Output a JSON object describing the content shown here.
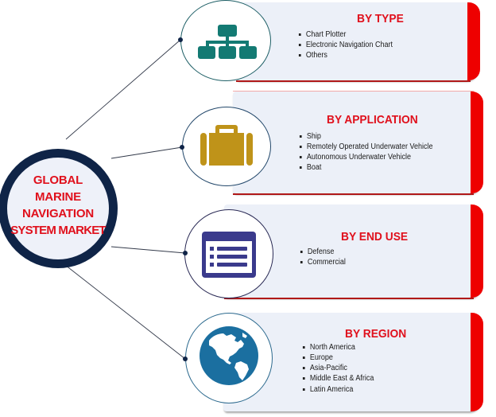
{
  "center": {
    "title_lines": [
      "GLOBAL",
      "MARINE",
      "NAVIGATION",
      "SYSTEM MARKET"
    ],
    "ring_color": "#0f2447",
    "text_color": "#e0101c"
  },
  "segments": [
    {
      "title": "BY TYPE",
      "icon": "hierarchy-icon",
      "icon_color": "#137a73",
      "items": [
        "Chart Plotter",
        "Electronic Navigation Chart",
        "Others"
      ]
    },
    {
      "title": "BY APPLICATION",
      "icon": "briefcase-icon",
      "icon_color": "#bf9319",
      "items": [
        "Ship",
        "Remotely Operated Underwater Vehicle",
        "Autonomous Underwater Vehicle",
        "Boat"
      ]
    },
    {
      "title": "BY END USE",
      "icon": "list-window-icon",
      "icon_color": "#3a3a8c",
      "items": [
        "Defense",
        "Commercial"
      ]
    },
    {
      "title": "BY REGION",
      "icon": "globe-icon",
      "icon_color": "#1b6fa0",
      "items": [
        "North America",
        "Europe",
        "Asia-Pacific",
        "Middle East & Africa",
        "Latin America"
      ]
    }
  ],
  "colors": {
    "panel_bg": "#ecf0f8",
    "accent_red": "#ee0000",
    "title_red": "#e0101c"
  }
}
